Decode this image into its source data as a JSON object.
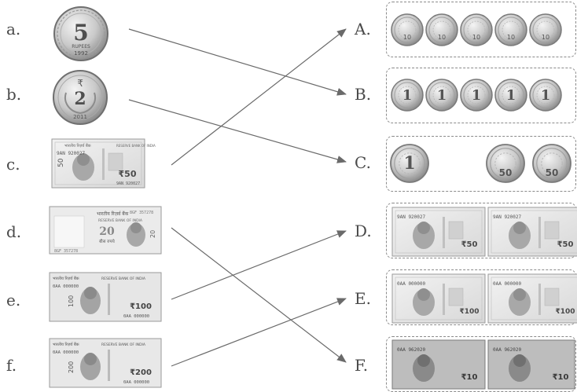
{
  "left_items": [
    {
      "label": "a.",
      "kind": "coin",
      "value_text": "5",
      "year": "1992",
      "word": "RUPEES"
    },
    {
      "label": "b.",
      "kind": "coin",
      "value_text": "2",
      "symbol": "₹",
      "year": "2011"
    },
    {
      "label": "c.",
      "kind": "note",
      "value_text": "₹50",
      "corner": "50",
      "serial": "9AN 920027",
      "serial2": "9AN 920027"
    },
    {
      "label": "d.",
      "kind": "note",
      "value_text": "20",
      "hindi_value": "बीस रुपये",
      "serial": "8GF 357278",
      "serial2": "8GF 357278"
    },
    {
      "label": "e.",
      "kind": "note",
      "value_text": "₹100",
      "corner": "100",
      "serial": "0AA 000000",
      "serial2": "0AA 000000"
    },
    {
      "label": "f.",
      "kind": "note",
      "value_text": "₹200",
      "corner": "200",
      "serial": "0AA 000000",
      "serial2": "0AA 000000"
    }
  ],
  "right_items": [
    {
      "label": "A.",
      "contents": "5 coins of 10",
      "coin_text": "10",
      "count": 5
    },
    {
      "label": "B.",
      "contents": "5 coins of 1",
      "coin_text": "1",
      "count": 5
    },
    {
      "label": "C.",
      "contents": "1 coin of 1 and 2 coins of 50 paise",
      "coin_text": "1",
      "coin_text2": "50"
    },
    {
      "label": "D.",
      "contents": "2 notes of 50",
      "note_text": "₹50",
      "serial": "9AN 920027"
    },
    {
      "label": "E.",
      "contents": "2 notes of 100",
      "note_text": "₹100",
      "serial": "0AA 000000"
    },
    {
      "label": "F.",
      "contents": "2 notes of 10",
      "note_text": "₹10",
      "serial": "0AA 962020"
    }
  ],
  "matches": [
    {
      "from": "a.",
      "to": "B."
    },
    {
      "from": "b.",
      "to": "C."
    },
    {
      "from": "c.",
      "to": "A."
    },
    {
      "from": "d.",
      "to": "F."
    },
    {
      "from": "e.",
      "to": "D."
    },
    {
      "from": "f.",
      "to": "E."
    }
  ],
  "note_header": "भारतीय रिज़र्व बैंक",
  "note_header_en": "RESERVE BANK OF INDIA",
  "colors": {
    "ink": "#4a4a4a",
    "line": "#6a6a6a",
    "coin_light": "#e4e4e4",
    "coin_dark": "#9a9a9a",
    "note": "#e9e9e9"
  }
}
